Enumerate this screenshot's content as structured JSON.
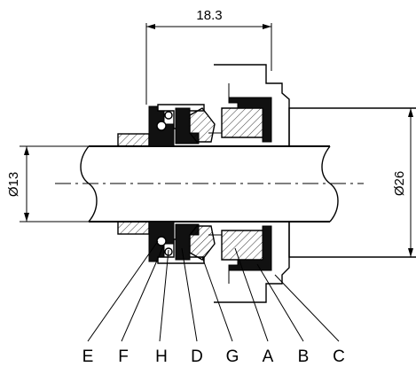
{
  "dimensions": {
    "length": "18.3",
    "shaft_diameter": "Ø13",
    "housing_diameter": "Ø26"
  },
  "labels": [
    "E",
    "F",
    "H",
    "D",
    "G",
    "A",
    "B",
    "C"
  ]
}
